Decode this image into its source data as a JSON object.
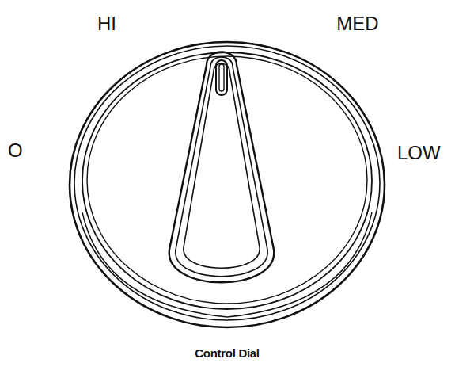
{
  "diagram": {
    "caption": "Control Dial",
    "labels": [
      "HI",
      "MED",
      "O",
      "LOW"
    ]
  }
}
